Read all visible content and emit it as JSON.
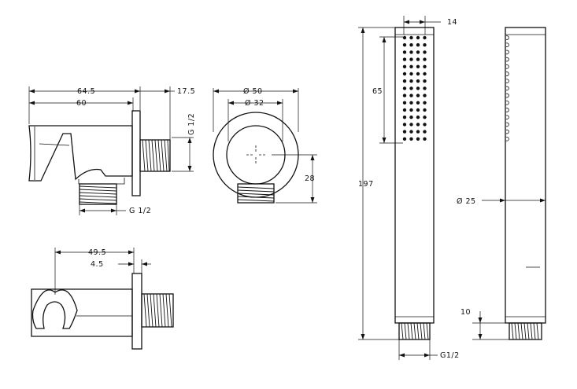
{
  "drawing": {
    "bracket_side": {
      "overall_width": "64.5",
      "body_width": "60",
      "thread_length": "17.5",
      "outlet_thread": "G 1/2",
      "inlet_thread": "G 1/2"
    },
    "bracket_front": {
      "flange_diameter": "Ø 50",
      "inner_diameter": "Ø 32",
      "offset_height": "28"
    },
    "bracket_variant": {
      "width": "49.5",
      "flange_thickness": "4.5"
    },
    "handshower": {
      "head_width": "14",
      "head_length": "65",
      "overall_length": "197",
      "diameter": "Ø  25",
      "thread_height": "10",
      "connection": "G1/2"
    }
  }
}
